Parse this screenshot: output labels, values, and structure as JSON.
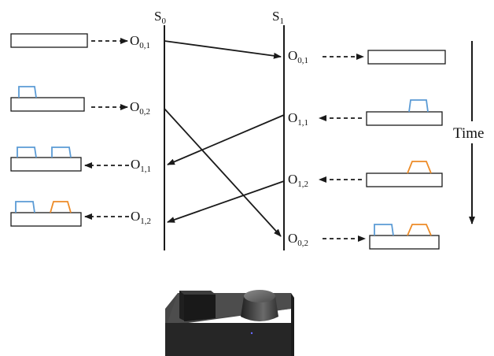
{
  "sites": {
    "s0": {
      "main": "S",
      "sub": "0"
    },
    "s1": {
      "main": "S",
      "sub": "1"
    }
  },
  "ops": {
    "s0_o01": {
      "main": "O",
      "sub": "0,1"
    },
    "s0_o02": {
      "main": "O",
      "sub": "0,2"
    },
    "s0_o11": {
      "main": "O",
      "sub": "1,1"
    },
    "s0_o12": {
      "main": "O",
      "sub": "1,2"
    },
    "s1_o01": {
      "main": "O",
      "sub": "0,1"
    },
    "s1_o11": {
      "main": "O",
      "sub": "1,1"
    },
    "s1_o12": {
      "main": "O",
      "sub": "1,2"
    },
    "s1_o02": {
      "main": "O",
      "sub": "0,2"
    }
  },
  "time_label": "Time",
  "colors": {
    "line": "#1a1a1a",
    "blue_feature": "#5b9bd5",
    "orange_feature": "#ed8b27",
    "block_top": "#4a4a4a",
    "block_side": "#2a2a2a"
  }
}
